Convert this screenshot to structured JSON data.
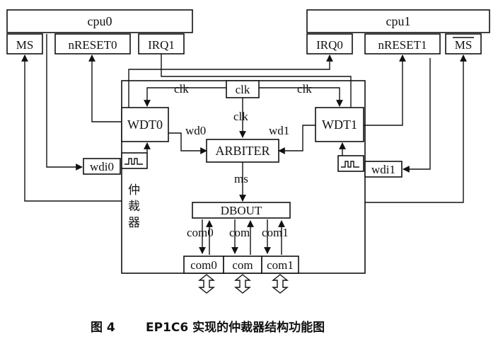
{
  "blocks": {
    "cpu0": "cpu0",
    "cpu1": "cpu1",
    "ms0": "MS",
    "nreset0": "nRESET0",
    "irq1": "IRQ1",
    "irq0": "IRQ0",
    "nreset1": "nRESET1",
    "ms1": "MS",
    "clk": "clk",
    "wdt0": "WDT0",
    "wdt1": "WDT1",
    "arbiter": "ARBITER",
    "wdi0": "wdi0",
    "wdi1": "wdi1",
    "dbout": "DBOUT",
    "com0": "com0",
    "com": "com",
    "com1": "com1"
  },
  "labels": {
    "clk_left": "clk",
    "clk_right": "clk",
    "clk_down": "clk",
    "wd0": "wd0",
    "wd1": "wd1",
    "ms": "ms",
    "bus_com0": "com0",
    "bus_com": "com",
    "bus_com1": "com1",
    "arbiter_cn_1": "仲",
    "arbiter_cn_2": "裁",
    "arbiter_cn_3": "器"
  },
  "caption": {
    "figure_no": "图 4",
    "title": "EP1C6 实现的仲裁器结构功能图"
  }
}
